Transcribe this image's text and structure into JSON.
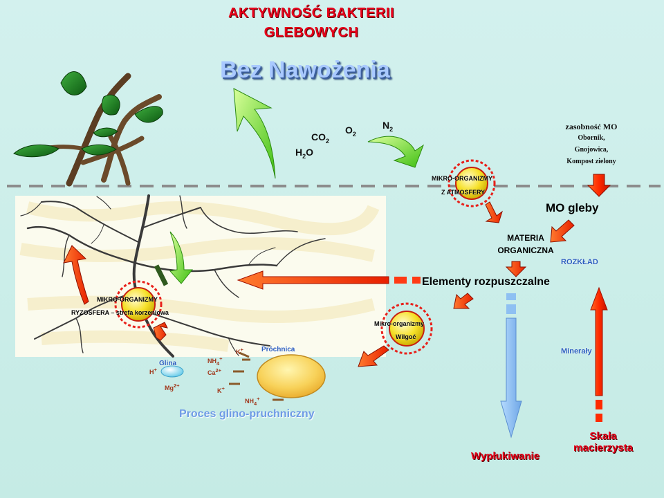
{
  "title": {
    "line1": "AKTYWNOŚĆ BAKTERII",
    "line2": "GLEBOWYCH"
  },
  "subtitle": "Bez Nawożenia",
  "gases": {
    "co2": "CO",
    "co2_sub": "2",
    "o2": "O",
    "o2_sub": "2",
    "n2": "N",
    "n2_sub": "2",
    "h2o_a": "H",
    "h2o_sub": "2",
    "h2o_b": "O"
  },
  "atmo_micro": {
    "line1": "MIKRO-ORGANIZMY",
    "line2": "Z ATMOSFERY"
  },
  "organic_source": {
    "heading": "zasobność MO",
    "items": [
      "Obornik,",
      "Gnojowica,",
      "Kompost zielony"
    ]
  },
  "mo_gleby": "MO gleby",
  "materia": {
    "line1": "MATERIA",
    "line2": "ORGANICZNA"
  },
  "rozklad": "ROZKŁAD",
  "elementy": "Elementy rozpuszczalne",
  "ryzo_micro": {
    "line1": "MIKRO-ORGANIZMY",
    "line2": "RYZOSFERA – strefa korzeniowa"
  },
  "moist_micro": {
    "line1": "Mikro-organizmy",
    "line2": "Wilgoć"
  },
  "mineraly": "Minerały",
  "wyplukiwanie": "Wypłukiwanie",
  "skala": {
    "line1": "Skała",
    "line2": "macierzysta"
  },
  "glina": "Glina",
  "prochnica": "Próchnica",
  "ions": {
    "h": "H",
    "h_sup": "+",
    "mg": "Mg",
    "mg_sup": "2+",
    "nh4a": "NH",
    "nh4a_sub": "4",
    "nh4a_sup": "+",
    "ka": "K",
    "ka_sup": "+",
    "ca": "Ca",
    "ca_sup": "2+",
    "kb": "K",
    "kb_sup": "+",
    "nh4b": "NH",
    "nh4b_sub": "4",
    "nh4b_sup": "+"
  },
  "proces": "Proces glino-pruchniczny",
  "colors": {
    "red": "#e8001a",
    "green": "#66dd22",
    "blue_arrow": "#8ec0f2",
    "orange": "#ff4a1a",
    "yellow": "#f6e12a"
  }
}
